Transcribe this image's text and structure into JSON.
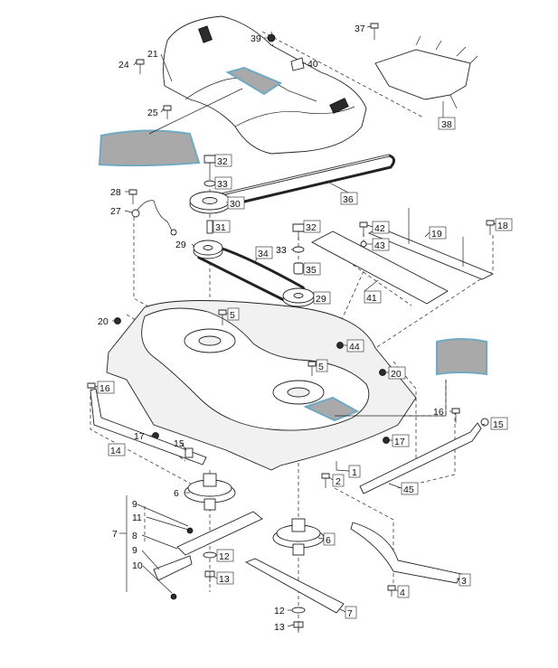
{
  "diagram": {
    "callouts": [
      {
        "id": "c21",
        "label": "21"
      },
      {
        "id": "c24",
        "label": "24"
      },
      {
        "id": "c25",
        "label": "25"
      },
      {
        "id": "c39",
        "label": "39"
      },
      {
        "id": "c40",
        "label": "40"
      },
      {
        "id": "c37",
        "label": "37"
      },
      {
        "id": "c38",
        "label": "38"
      },
      {
        "id": "c32a",
        "label": "32"
      },
      {
        "id": "c33a",
        "label": "33"
      },
      {
        "id": "c28",
        "label": "28"
      },
      {
        "id": "c27",
        "label": "27"
      },
      {
        "id": "c30",
        "label": "30"
      },
      {
        "id": "c36",
        "label": "36"
      },
      {
        "id": "c31",
        "label": "31"
      },
      {
        "id": "c29a",
        "label": "29"
      },
      {
        "id": "c34",
        "label": "34"
      },
      {
        "id": "c32b",
        "label": "32"
      },
      {
        "id": "c33b",
        "label": "33"
      },
      {
        "id": "c35",
        "label": "35"
      },
      {
        "id": "c42",
        "label": "42"
      },
      {
        "id": "c43",
        "label": "43"
      },
      {
        "id": "c19",
        "label": "19"
      },
      {
        "id": "c18",
        "label": "18"
      },
      {
        "id": "c41",
        "label": "41"
      },
      {
        "id": "c29b",
        "label": "29"
      },
      {
        "id": "c20a",
        "label": "20"
      },
      {
        "id": "c5a",
        "label": "5"
      },
      {
        "id": "c44",
        "label": "44"
      },
      {
        "id": "c5b",
        "label": "5"
      },
      {
        "id": "c20b",
        "label": "20"
      },
      {
        "id": "c16a",
        "label": "16"
      },
      {
        "id": "c16b",
        "label": "16"
      },
      {
        "id": "c15a",
        "label": "15"
      },
      {
        "id": "c17a",
        "label": "17"
      },
      {
        "id": "c17b",
        "label": "17"
      },
      {
        "id": "c14",
        "label": "14"
      },
      {
        "id": "c15b",
        "label": "15"
      },
      {
        "id": "c1",
        "label": "1"
      },
      {
        "id": "c2",
        "label": "2"
      },
      {
        "id": "c45",
        "label": "45"
      },
      {
        "id": "c6a",
        "label": "6"
      },
      {
        "id": "c9a",
        "label": "9"
      },
      {
        "id": "c11",
        "label": "11"
      },
      {
        "id": "c7a",
        "label": "7"
      },
      {
        "id": "c8",
        "label": "8"
      },
      {
        "id": "c9b",
        "label": "9"
      },
      {
        "id": "c10",
        "label": "10"
      },
      {
        "id": "c12a",
        "label": "12"
      },
      {
        "id": "c13a",
        "label": "13"
      },
      {
        "id": "c6b",
        "label": "6"
      },
      {
        "id": "c3",
        "label": "3"
      },
      {
        "id": "c4",
        "label": "4"
      },
      {
        "id": "c12b",
        "label": "12"
      },
      {
        "id": "c7b",
        "label": "7"
      },
      {
        "id": "c13b",
        "label": "13"
      }
    ]
  }
}
